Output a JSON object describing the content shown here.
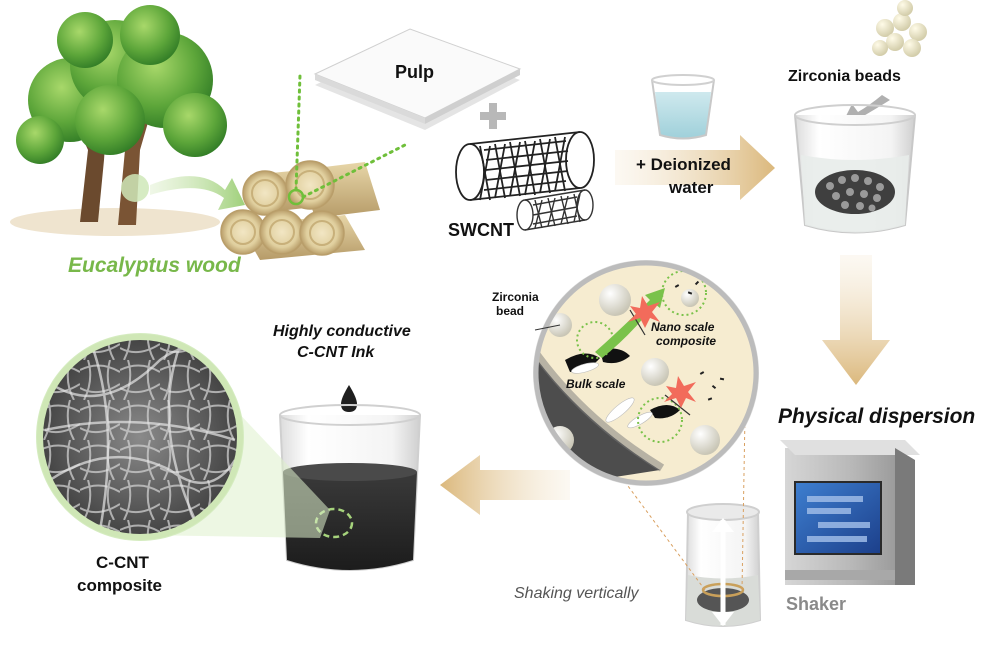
{
  "labels": {
    "eucalyptus": "Eucalyptus wood",
    "pulp": "Pulp",
    "plus": "+",
    "swcnt": "SWCNT",
    "deionized_line1": "+ Deionized",
    "deionized_line2": "water",
    "zirconia_beads": "Zirconia beads",
    "physical_dispersion": "Physical dispersion",
    "shaker": "Shaker",
    "shaking_vertically": "Shaking vertically",
    "zirconia_bead_line1": "Zirconia",
    "zirconia_bead_line2": "bead",
    "nano_scale_line1": "Nano scale",
    "nano_scale_line2": "composite",
    "bulk_scale": "Bulk scale",
    "ink_line1": "Highly conductive",
    "ink_line2": "C-CNT Ink",
    "composite_line1": "C-CNT",
    "composite_line2": "composite"
  },
  "colors": {
    "eucalyptus_green": "#78b84a",
    "flow_arrow": "#e6cfa8",
    "ink_black": "#2b2b2b",
    "zoom_background": "#f6ecd0"
  }
}
